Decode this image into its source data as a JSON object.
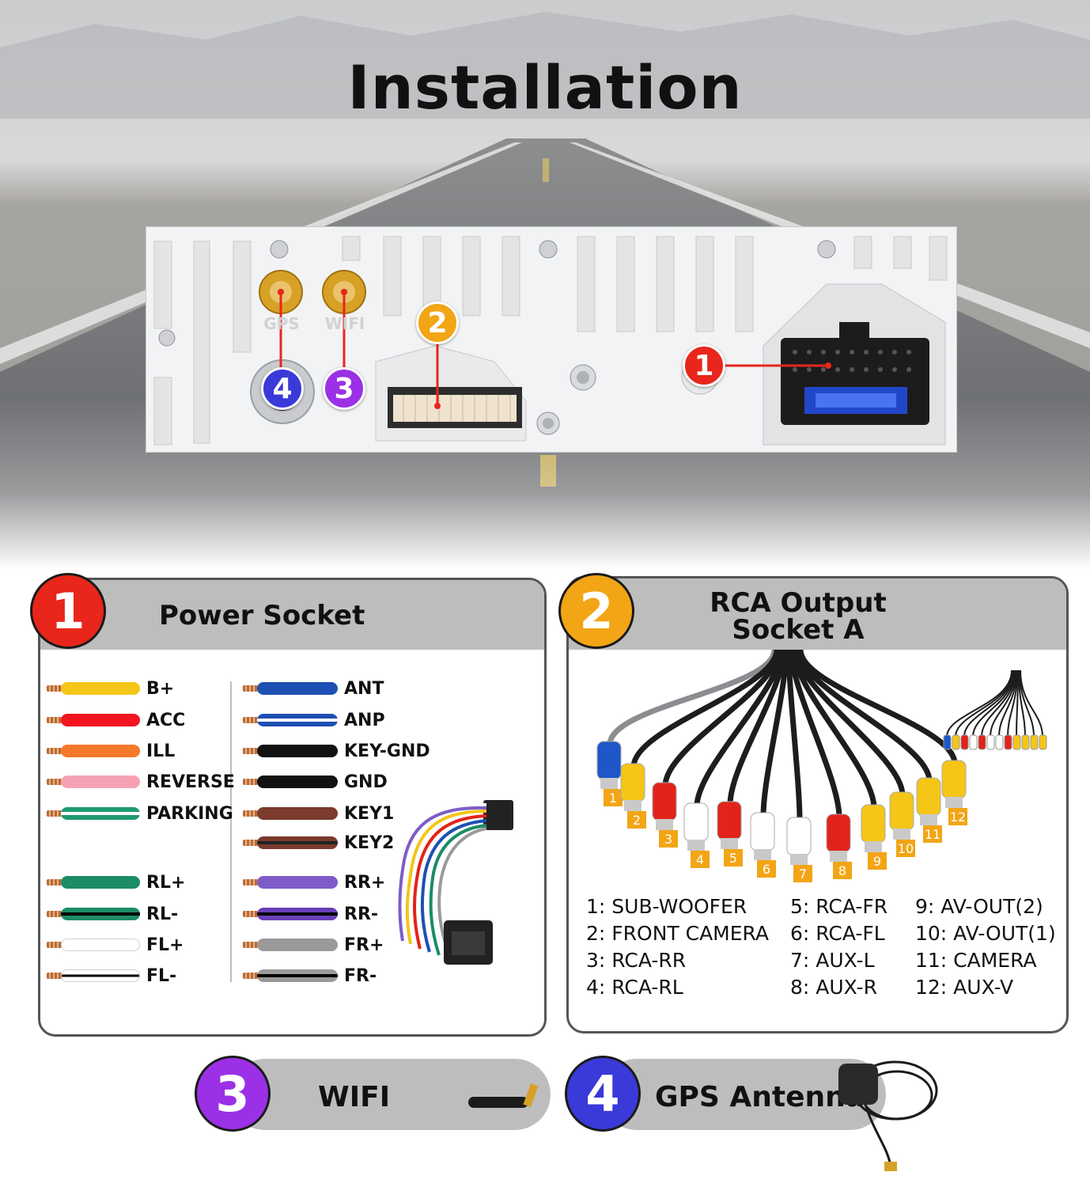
{
  "title": "Installation",
  "unit": {
    "port_labels": {
      "gps": "GPS",
      "wifi": "WIFI"
    },
    "markers": [
      "1",
      "2",
      "3",
      "4"
    ]
  },
  "panel1": {
    "number": "1",
    "title": "Power Socket",
    "left_wires": [
      {
        "label": "B+",
        "color": "#f5c518",
        "stripe": ""
      },
      {
        "label": "ACC",
        "color": "#f2141e",
        "stripe": ""
      },
      {
        "label": "ILL",
        "color": "#f6782a",
        "stripe": ""
      },
      {
        "label": "REVERSE",
        "color": "#f7a2b4",
        "stripe": ""
      },
      {
        "label": "PARKING",
        "color": "#1f9a6f",
        "stripe": "#ffffff"
      },
      {
        "label": "RL+",
        "color": "#1c8c66",
        "stripe": ""
      },
      {
        "label": "RL-",
        "color": "#1c8c66",
        "stripe": "#000000"
      },
      {
        "label": "FL+",
        "color": "#ffffff",
        "stripe": ""
      },
      {
        "label": "FL-",
        "color": "#ffffff",
        "stripe": "#000000"
      }
    ],
    "right_wires": [
      {
        "label": "ANT",
        "color": "#1e4fb3",
        "stripe": ""
      },
      {
        "label": "ANP",
        "color": "#1e4fb3",
        "stripe": "#ffffff"
      },
      {
        "label": "KEY-GND",
        "color": "#111111",
        "stripe": ""
      },
      {
        "label": "GND",
        "color": "#111111",
        "stripe": ""
      },
      {
        "label": "KEY1",
        "color": "#7a3a2c",
        "stripe": ""
      },
      {
        "label": "KEY2",
        "color": "#7a3a2c",
        "stripe": "#222222"
      },
      {
        "label": "RR+",
        "color": "#7e5cc8",
        "stripe": ""
      },
      {
        "label": "RR-",
        "color": "#6a3fb8",
        "stripe": "#000000"
      },
      {
        "label": "FR+",
        "color": "#9a9a9a",
        "stripe": ""
      },
      {
        "label": "FR-",
        "color": "#9a9a9a",
        "stripe": "#000000"
      }
    ]
  },
  "panel2": {
    "number": "2",
    "title_line1": "RCA Output",
    "title_line2": "Socket A",
    "plug_numbers": [
      "1",
      "2",
      "3",
      "4",
      "5",
      "6",
      "7",
      "8",
      "9",
      "10",
      "11",
      "12"
    ],
    "plug_colors": [
      "#1f57c8",
      "#f5c518",
      "#e2231a",
      "#ffffff",
      "#e2231a",
      "#ffffff",
      "#ffffff",
      "#e2231a",
      "#f5c518",
      "#f5c518",
      "#f5c518",
      "#f5c518"
    ],
    "legend": [
      [
        "1: SUB-WOOFER",
        "2: FRONT CAMERA",
        "3: RCA-RR",
        "4: RCA-RL"
      ],
      [
        "5: RCA-FR",
        "6: RCA-FL",
        "7: AUX-L",
        "8: AUX-R"
      ],
      [
        "9: AV-OUT(2)",
        "10: AV-OUT(1)",
        "11: CAMERA",
        "12: AUX-V"
      ]
    ]
  },
  "panel3": {
    "number": "3",
    "label": "WIFI"
  },
  "panel4": {
    "number": "4",
    "label": "GPS Antenna"
  }
}
